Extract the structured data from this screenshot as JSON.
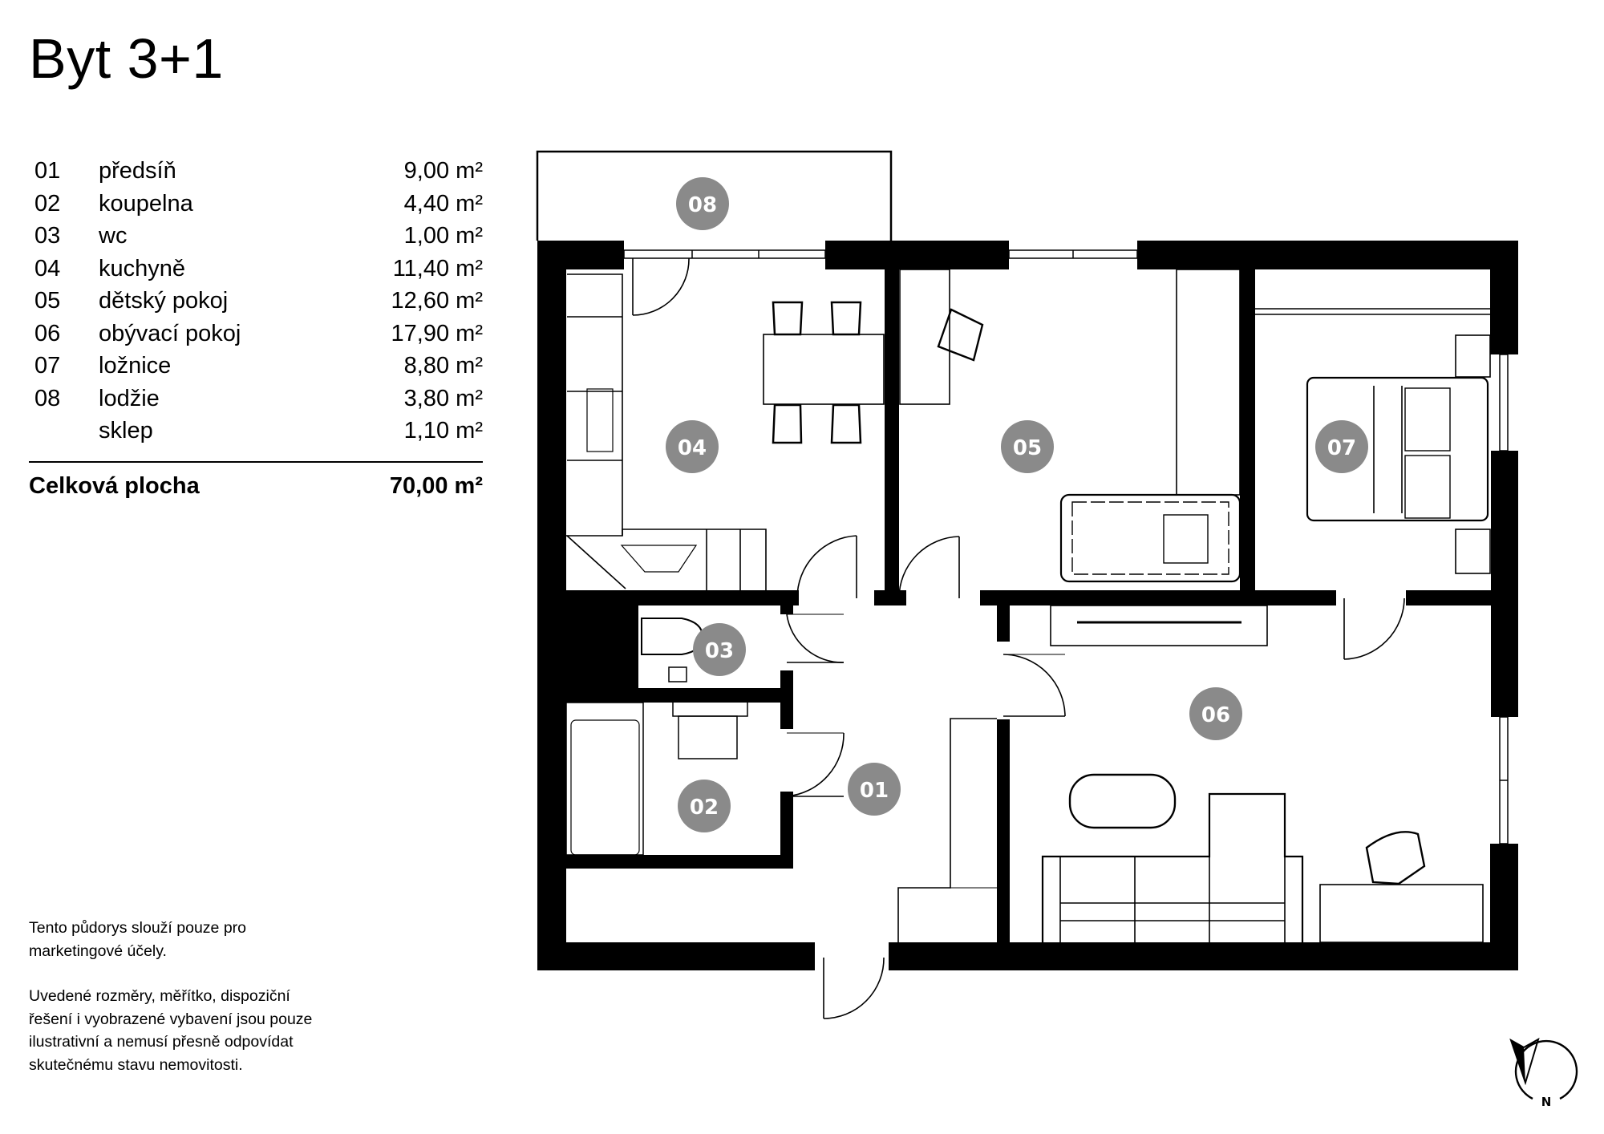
{
  "title": "Byt 3+1",
  "rooms": [
    {
      "num": "01",
      "name": "předsíň",
      "area": "9,00 m²"
    },
    {
      "num": "02",
      "name": "koupelna",
      "area": "4,40 m²"
    },
    {
      "num": "03",
      "name": "wc",
      "area": "1,00 m²"
    },
    {
      "num": "04",
      "name": "kuchyně",
      "area": "11,40 m²"
    },
    {
      "num": "05",
      "name": "dětský pokoj",
      "area": "12,60 m²"
    },
    {
      "num": "06",
      "name": "obývací pokoj",
      "area": "17,90 m²"
    },
    {
      "num": "07",
      "name": "ložnice",
      "area": "8,80 m²"
    },
    {
      "num": "08",
      "name": "lodžie",
      "area": "3,80 m²"
    },
    {
      "num": "",
      "name": "sklep",
      "area": "1,10 m²"
    }
  ],
  "total": {
    "label": "Celková plocha",
    "area": "70,00 m²"
  },
  "disclaimer": {
    "p1": "Tento půdorys slouží pouze pro marketingové účely.",
    "p2": "Uvedené rozměry, měřítko, dispoziční řešení i vyobrazené vybavení jsou pouze ilustrativní a nemusí přesně odpovídat skutečnému stavu nemovitosti."
  },
  "plan": {
    "markers": {
      "m01": "01",
      "m02": "02",
      "m03": "03",
      "m04": "04",
      "m05": "05",
      "m06": "06",
      "m07": "07",
      "m08": "08"
    },
    "compass_label": "N",
    "colors": {
      "wall": "#000000",
      "marker": "#8a8a8a",
      "marker_text": "#ffffff",
      "line": "#000000"
    }
  }
}
